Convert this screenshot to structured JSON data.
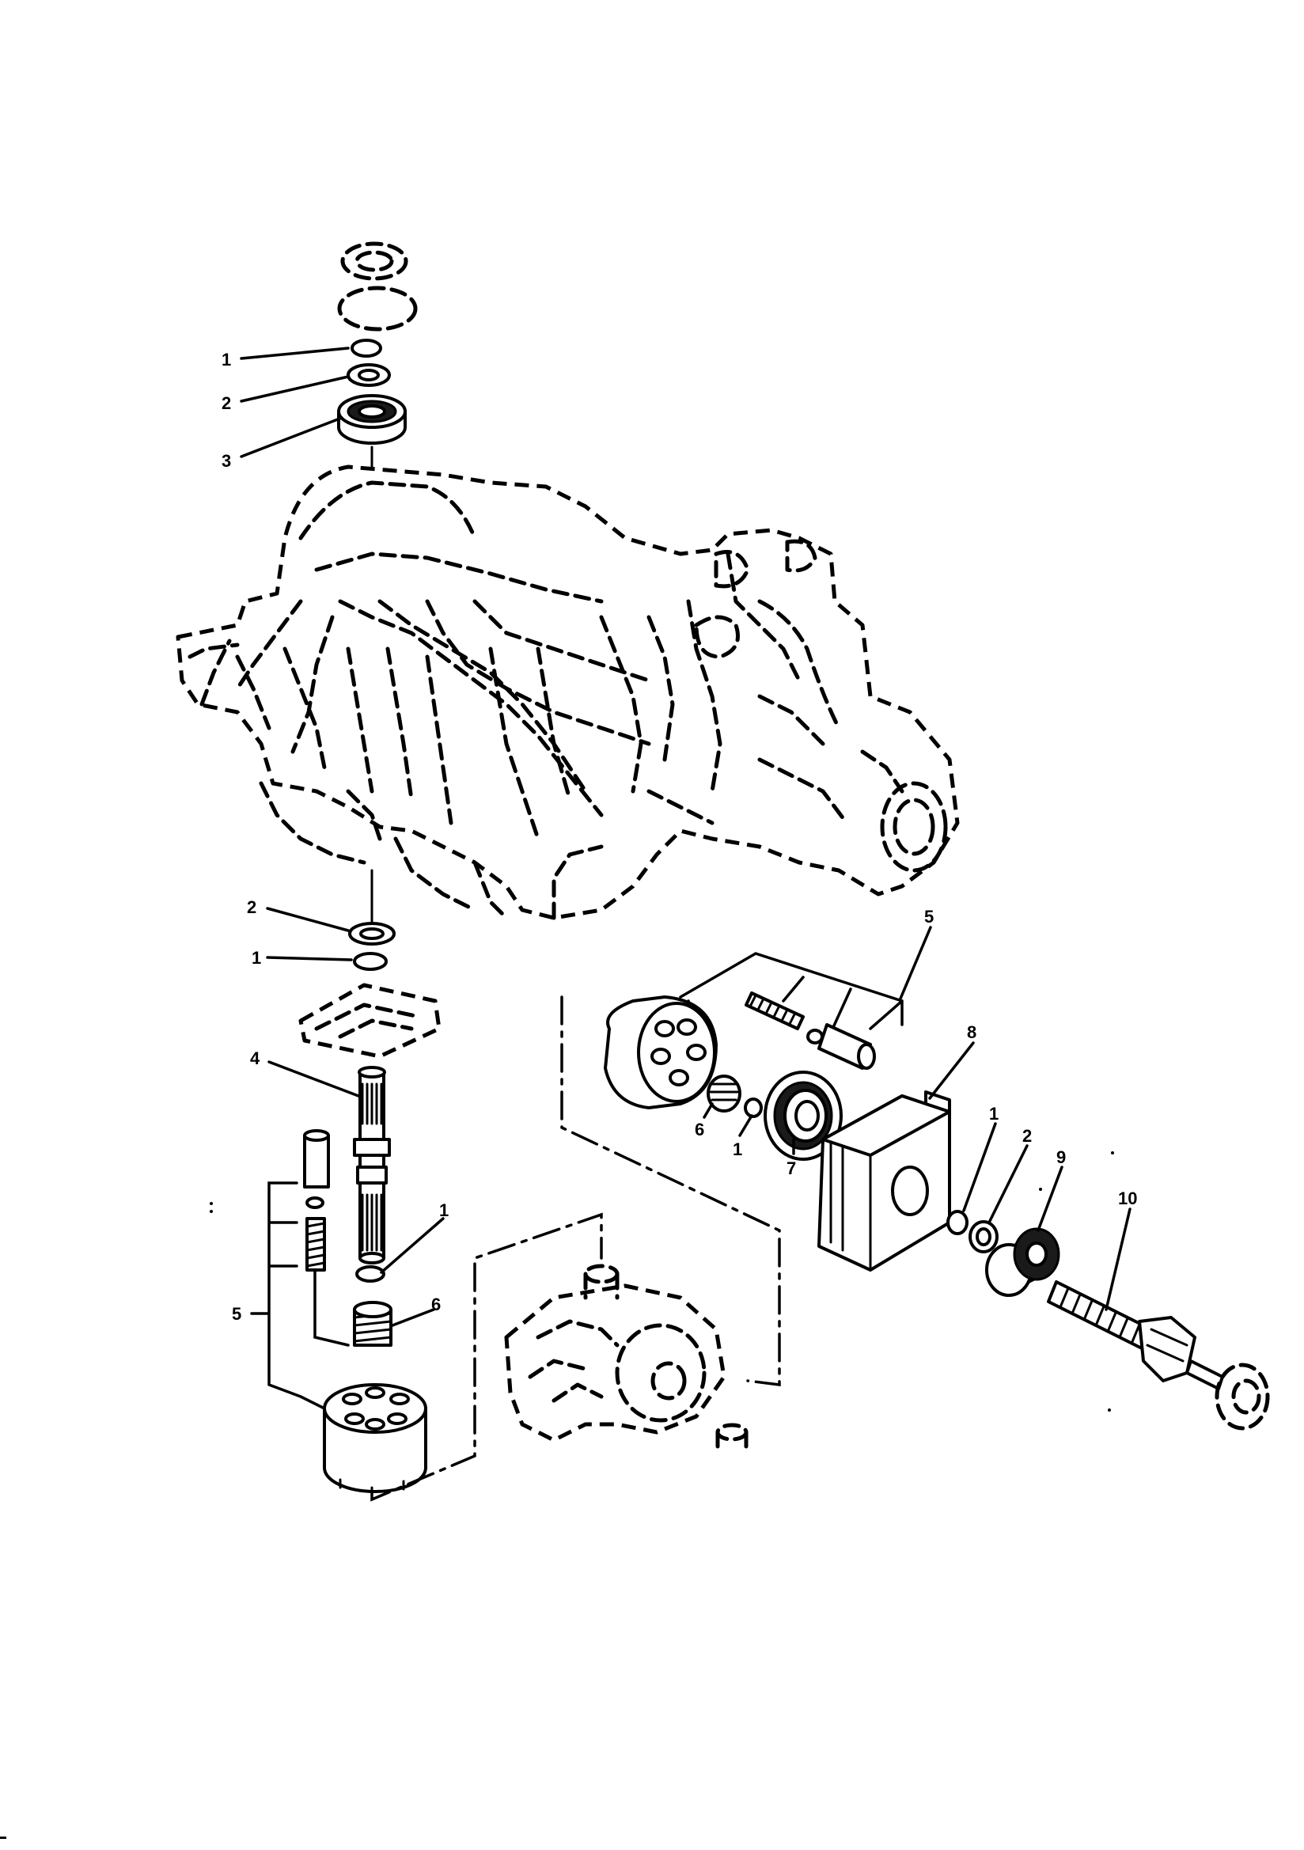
{
  "callouts": {
    "top_1": "1",
    "top_2": "2",
    "top_3": "3",
    "mid_2": "2",
    "mid_1": "1",
    "left_4": "4",
    "left_1": "1",
    "left_6": "6",
    "left_5": "5",
    "right_5": "5",
    "right_6": "6",
    "right_1": "1",
    "right_7": "7",
    "right_8": "8",
    "shaft_1": "1",
    "shaft_2": "2",
    "shaft_9": "9",
    "shaft_10": "10"
  },
  "colors": {
    "ink": "#000000",
    "paper": "#ffffff"
  }
}
